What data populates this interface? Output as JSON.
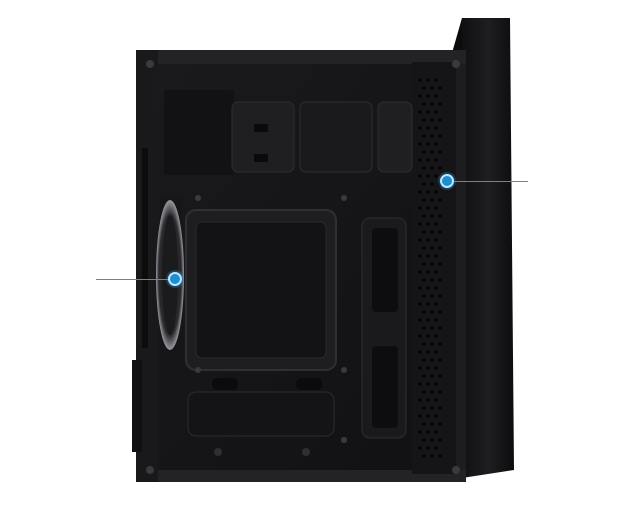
{
  "image": {
    "subject": "pc-case",
    "colors": {
      "case_body": "#1b1b1d",
      "panel": "#141416",
      "edge": "#2e2e31",
      "accent": "#1c8fd0"
    }
  },
  "hotspots": [
    {
      "name": "front-panel-hotspot"
    },
    {
      "name": "rear-fan-hotspot"
    }
  ]
}
